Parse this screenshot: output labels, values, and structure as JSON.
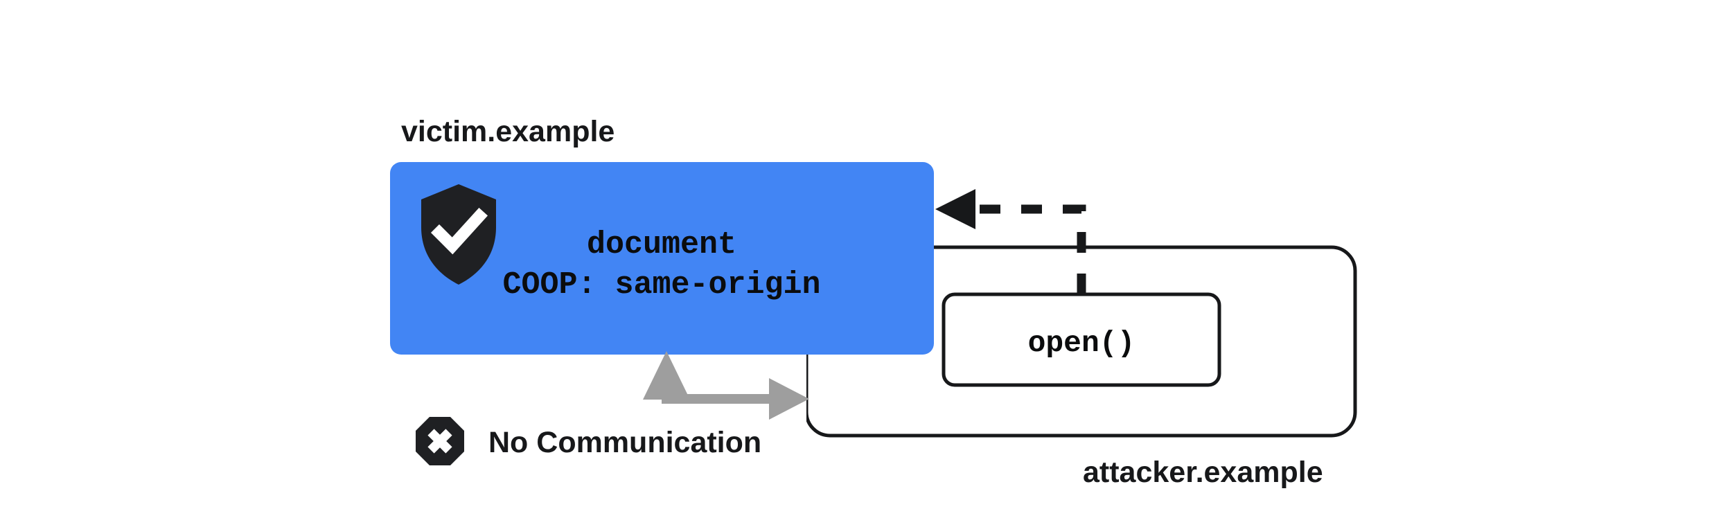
{
  "diagram": {
    "title_victim": "victim.example",
    "title_attacker": "attacker.example",
    "victim_box": {
      "line1": "document",
      "line2": "COOP: same-origin",
      "fill_color": "#4285F4",
      "shield_icon": "shield-check-icon"
    },
    "attacker_box": {
      "call_label": "open()",
      "stroke_color": "#17181a"
    },
    "no_communication": {
      "label": "No Communication",
      "icon": "octagon-x-icon",
      "arrow_color": "#9e9e9e"
    },
    "open_arrow": {
      "style": "dashed",
      "color": "#17181a",
      "direction": "right-to-left"
    }
  }
}
